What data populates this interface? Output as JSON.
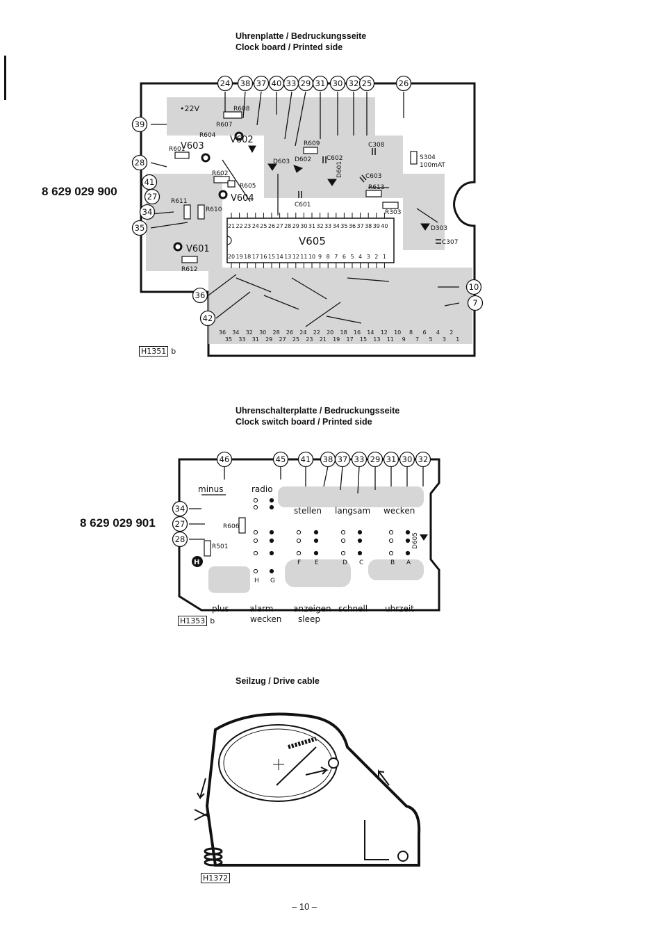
{
  "clock_board": {
    "caption_de": "Uhrenplatte / Bedruckungsseite",
    "caption_en": "Clock board / Printed side",
    "part_number": "8 629 029 900",
    "figure_ref": "H1351",
    "figure_ref_suffix": "b",
    "ic_label": "V605",
    "component_labels": [
      "R608",
      "R607",
      "R604",
      "V603",
      "V602",
      "R601",
      "D603",
      "D602",
      "R609",
      "C602",
      "D601",
      "C308",
      "S304",
      "100mAT",
      "R602",
      "R605",
      "V604",
      "C601",
      "C603",
      "R613",
      "R611",
      "R610",
      "R303",
      "D303",
      "C307",
      "V601",
      "R612",
      "•22V"
    ],
    "top_terminals": [
      "24",
      "38",
      "37",
      "40",
      "33",
      "29",
      "31",
      "30",
      "32",
      "25",
      "26"
    ],
    "left_terminals": [
      "39",
      "28",
      "41",
      "27",
      "34",
      "35"
    ],
    "bottom_terminals": [
      "36",
      "42"
    ],
    "right_terminals": [
      "10",
      "7"
    ],
    "ic_pins_top": [
      "21",
      "22",
      "23",
      "24",
      "25",
      "26",
      "27",
      "28",
      "29",
      "30",
      "31",
      "32",
      "33",
      "34",
      "35",
      "36",
      "37",
      "38",
      "39",
      "40"
    ],
    "ic_pins_bottom": [
      "20",
      "19",
      "18",
      "17",
      "16",
      "15",
      "14",
      "13",
      "12",
      "11",
      "10",
      "9",
      "8",
      "7",
      "6",
      "5",
      "4",
      "3",
      "2",
      "1"
    ],
    "edge_row_even": [
      "36",
      "34",
      "32",
      "30",
      "28",
      "26",
      "24",
      "22",
      "20",
      "18",
      "16",
      "14",
      "12",
      "10",
      "8",
      "6",
      "4",
      "2"
    ],
    "edge_row_odd": [
      "35",
      "33",
      "31",
      "29",
      "27",
      "25",
      "23",
      "21",
      "19",
      "17",
      "15",
      "13",
      "11",
      "9",
      "7",
      "5",
      "3",
      "1"
    ]
  },
  "switch_board": {
    "caption_de": "Uhrenschalterplatte / Bedruckungsseite",
    "caption_en": "Clock switch board / Printed side",
    "part_number": "8 629 029 901",
    "figure_ref": "H1353",
    "figure_ref_suffix": "b",
    "top_terminals": [
      "46",
      "45",
      "41",
      "38",
      "37",
      "33",
      "29",
      "31",
      "30",
      "32"
    ],
    "left_terminals": [
      "34",
      "27",
      "28"
    ],
    "labels_top": [
      "minus",
      "radio",
      "stellen",
      "langsam",
      "wecken"
    ],
    "labels_bottom_row1": [
      "plus",
      "alarm",
      "anzeigen",
      "schnell",
      "uhrzeit"
    ],
    "labels_bottom_row2": [
      "wecken",
      "sleep"
    ],
    "component_labels": [
      "R606",
      "R501",
      "D605"
    ],
    "switch_letters": [
      "F",
      "E",
      "D",
      "C",
      "B",
      "A",
      "H",
      "G"
    ],
    "switch_h_label": "H"
  },
  "drive_cable": {
    "caption": "Seilzug / Drive cable",
    "figure_ref": "H1372"
  },
  "page_number": "– 10 –"
}
